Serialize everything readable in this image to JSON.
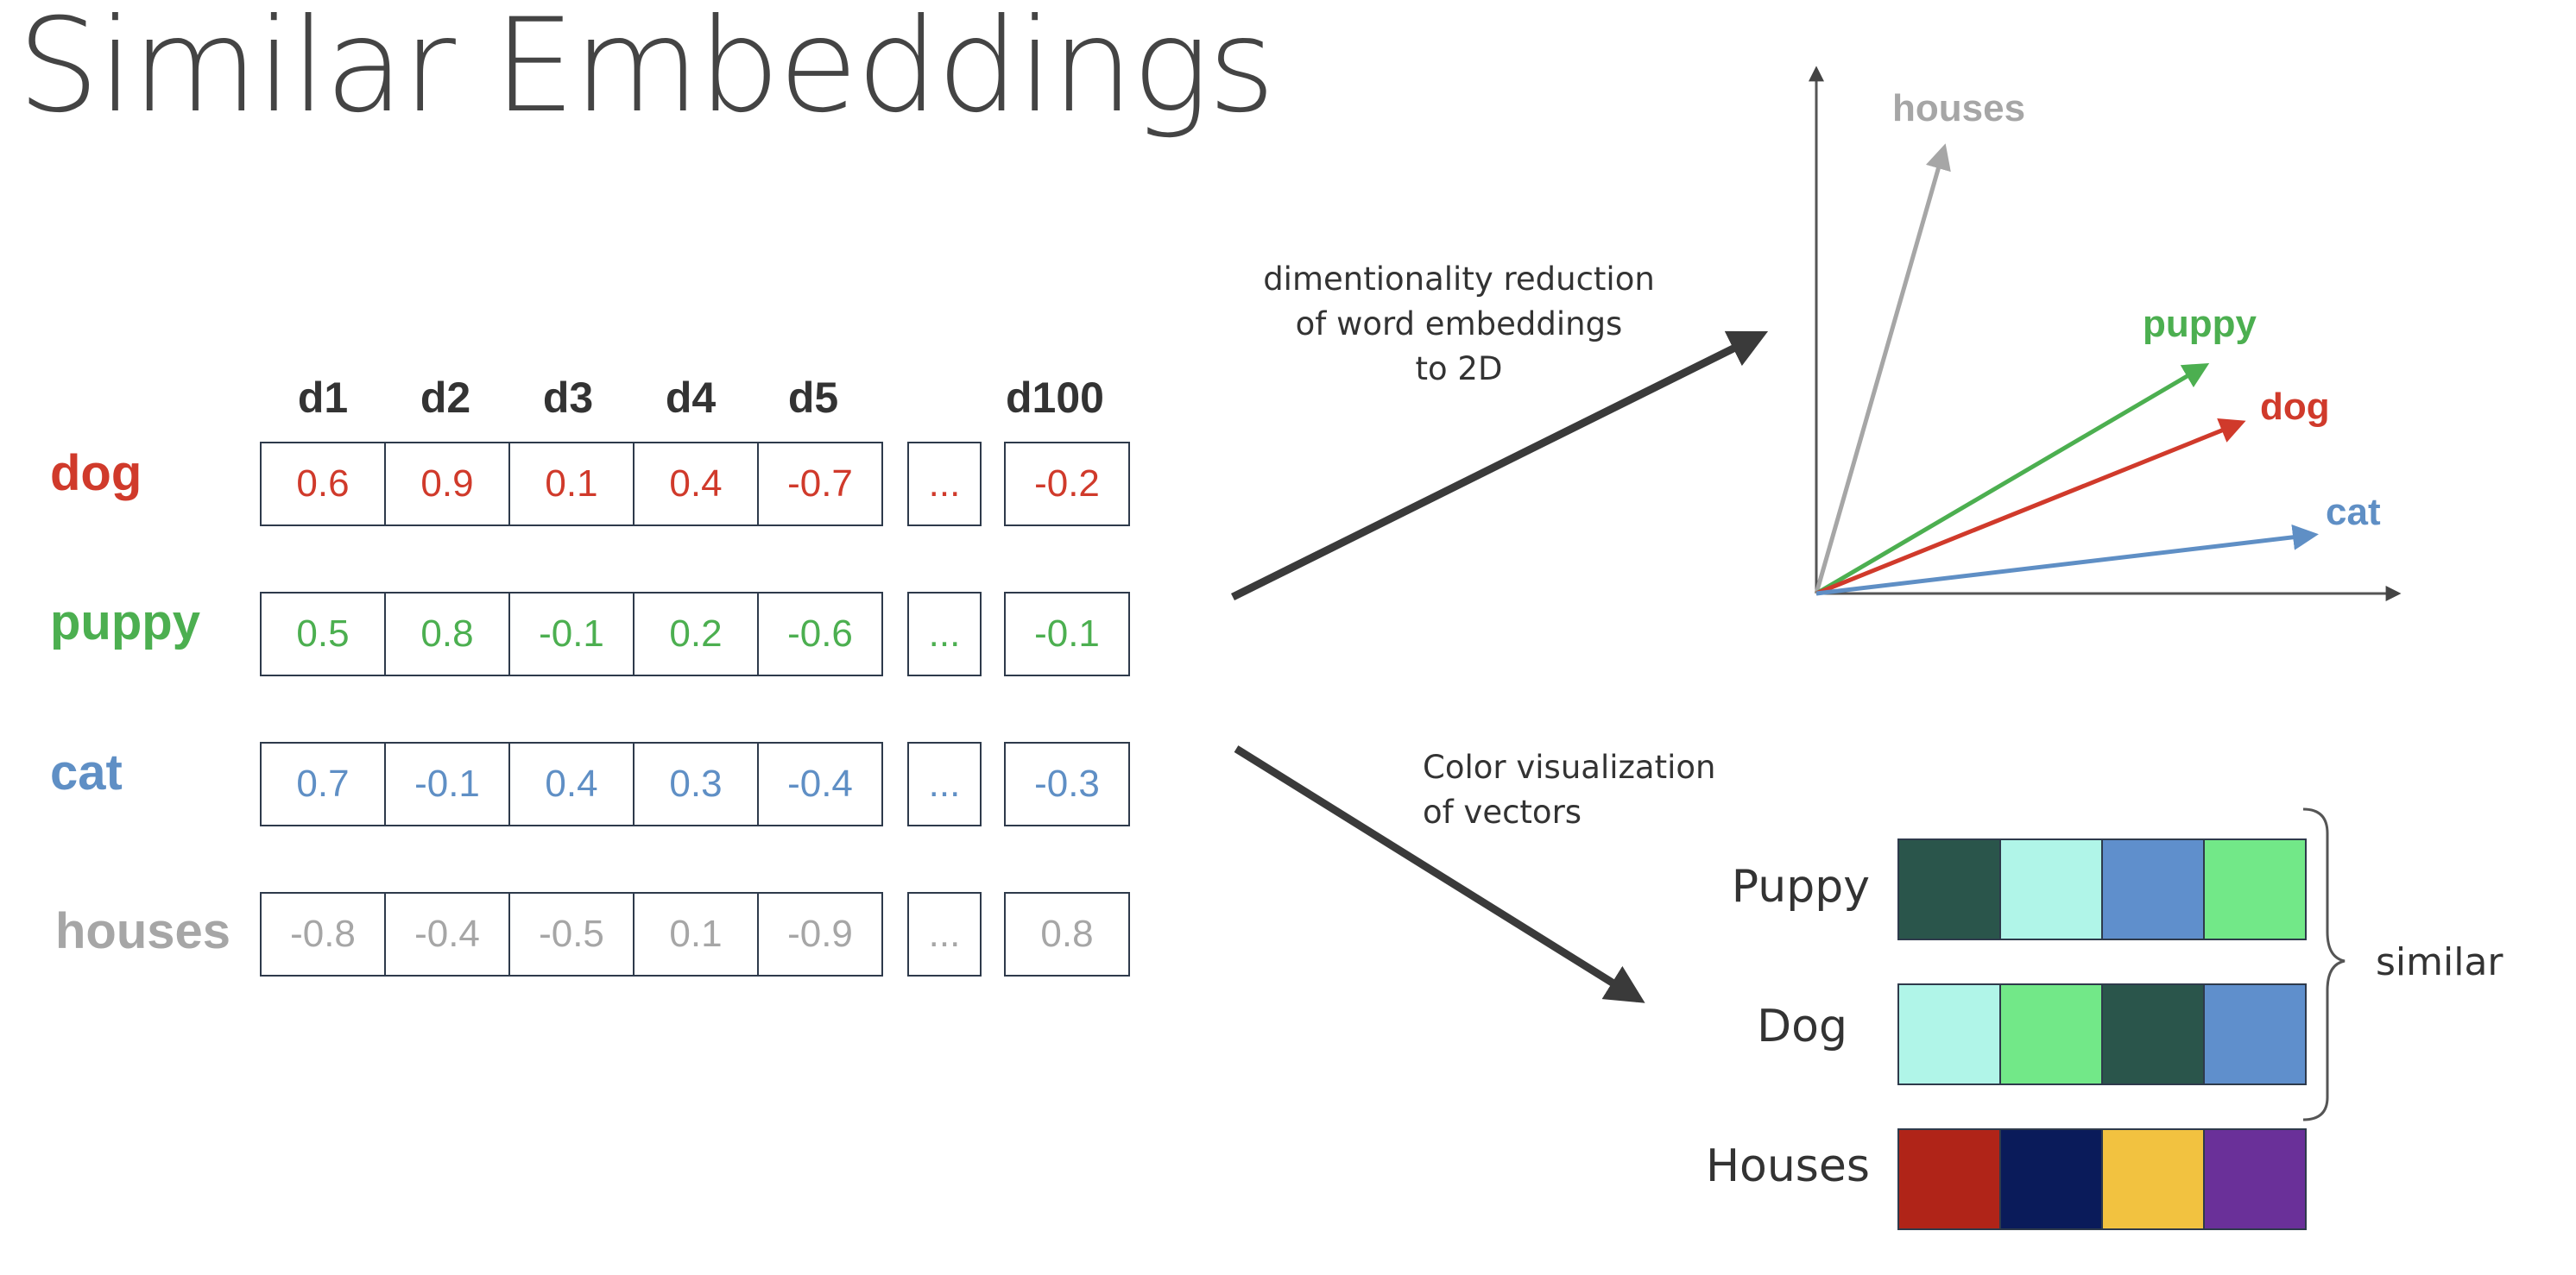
{
  "title": "Similar Embeddings",
  "dims": [
    "d1",
    "d2",
    "d3",
    "d4",
    "d5",
    "d100"
  ],
  "ellipsis": "...",
  "words": [
    {
      "label": "dog",
      "color": "#d03a2b",
      "values": [
        "0.6",
        "0.9",
        "0.1",
        "0.4",
        "-0.7"
      ],
      "last": "-0.2"
    },
    {
      "label": "puppy",
      "color": "#4caf50",
      "values": [
        "0.5",
        "0.8",
        "-0.1",
        "0.2",
        "-0.6"
      ],
      "last": "-0.1"
    },
    {
      "label": "cat",
      "color": "#5f8fc5",
      "values": [
        "0.7",
        "-0.1",
        "0.4",
        "0.3",
        "-0.4"
      ],
      "last": "-0.3"
    },
    {
      "label": "houses",
      "color": "#a6a6a6",
      "values": [
        "-0.8",
        "-0.4",
        "-0.5",
        "0.1",
        "-0.9"
      ],
      "last": "0.8"
    }
  ],
  "annotations": {
    "reduction": [
      "dimentionality reduction",
      "of word embeddings",
      "to 2D"
    ],
    "color_viz": [
      "Color visualization",
      "of vectors"
    ]
  },
  "plot": {
    "vectors": [
      {
        "label": "houses",
        "color": "#a6a6a6"
      },
      {
        "label": "puppy",
        "color": "#4caf50"
      },
      {
        "label": "dog",
        "color": "#d03a2b"
      },
      {
        "label": "cat",
        "color": "#5f8fc5"
      }
    ]
  },
  "swatches": [
    {
      "label": "Puppy",
      "colors": [
        "#2a554b",
        "#b0f5e8",
        "#5f8fcc",
        "#72e888"
      ]
    },
    {
      "label": "Dog",
      "colors": [
        "#b0f5e8",
        "#72e888",
        "#2a554b",
        "#5f8fcc"
      ]
    },
    {
      "label": "Houses",
      "colors": [
        "#b02418",
        "#0a1b5a",
        "#f2c240",
        "#6a3099"
      ]
    }
  ],
  "similar_label": "similar"
}
